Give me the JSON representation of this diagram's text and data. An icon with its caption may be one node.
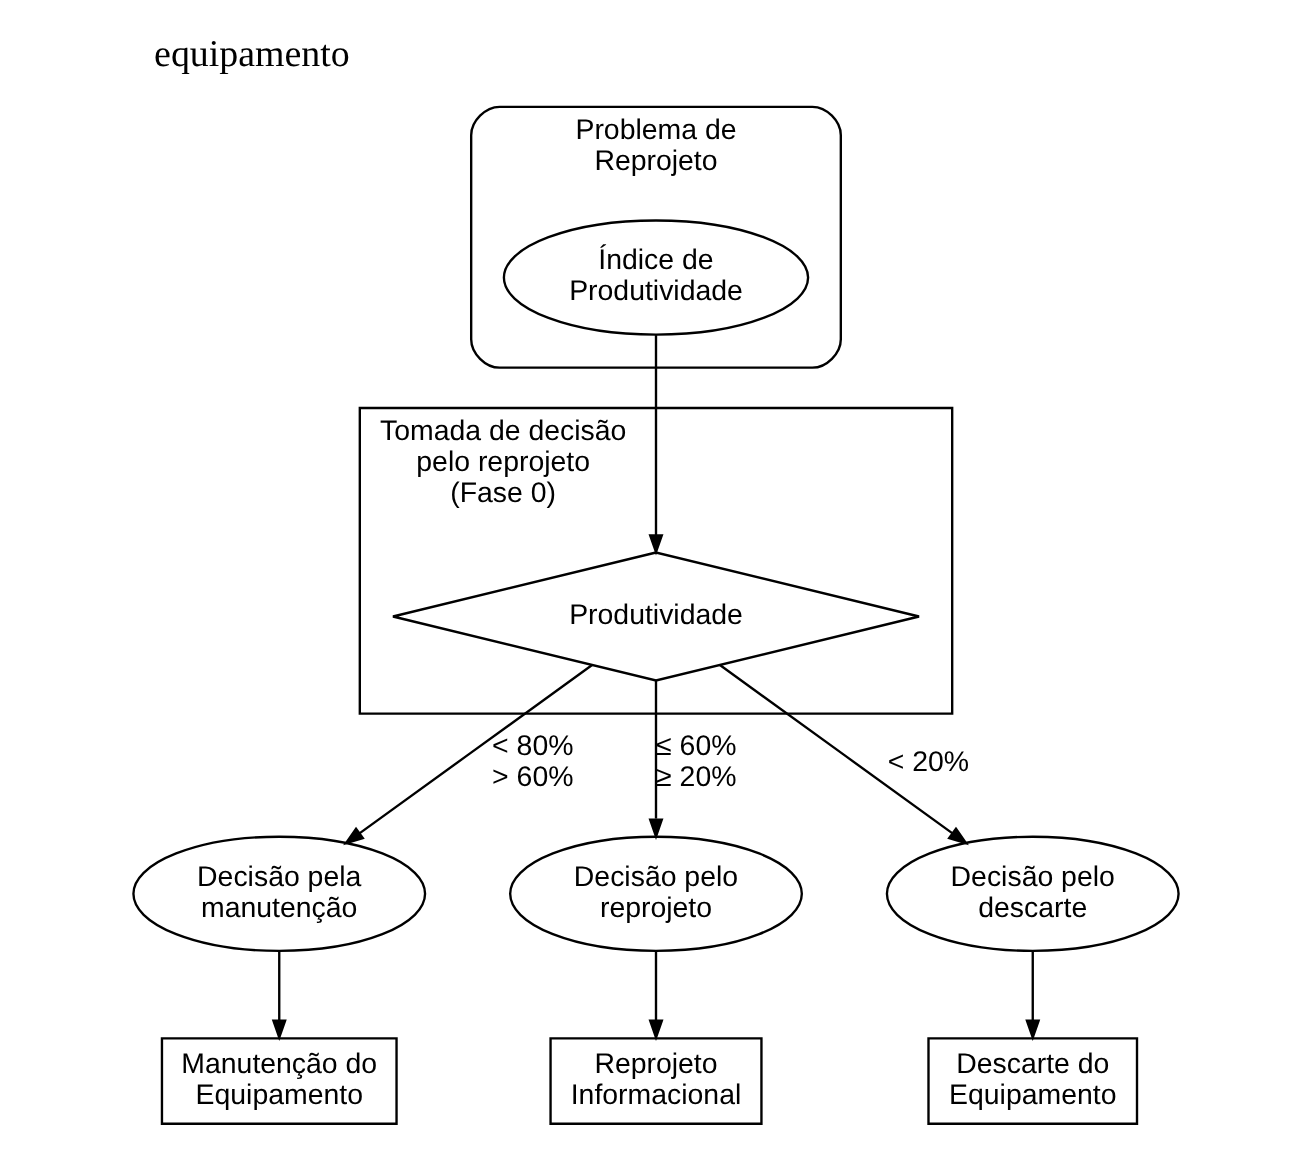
{
  "diagram": {
    "title": "equipamento",
    "nodes": [
      {
        "text": [
          "Tomada de decisão pelo reprojeto (Fase 0)"
        ]
      },
      {
        "text": [
          "Produtividade"
        ],
        "in": 0
      },
      {
        "text": [
          "Problema de Reprojeto"
        ]
      },
      {
        "text": [
          "Índice de Produtividade"
        ],
        "in": 2
      },
      {
        "text": [
          "Decisão pela manutenção"
        ]
      },
      {
        "text": [
          "Decisão pelo reprojeto"
        ]
      },
      {
        "text": [
          "Decisão pelo descarte"
        ]
      },
      {
        "text": [
          "Manutenção do Equipamento"
        ]
      },
      {
        "text": [
          "Reprojeto Informacional"
        ]
      },
      {
        "text": [
          "Descarte do Equipamento"
        ]
      }
    ],
    "edges": [
      {
        "from": 3,
        "to": 1,
        "arrow": "to"
      },
      {
        "from": 1,
        "to": 4,
        "arrow": "to",
        "label": "< 80% > 60%"
      },
      {
        "from": 1,
        "to": 5,
        "arrow": "to",
        "label": "≤ 60% ≥ 20%"
      },
      {
        "from": 1,
        "to": 6,
        "arrow": "to",
        "label": "< 20%"
      },
      {
        "from": 4,
        "to": 7,
        "arrow": "to"
      },
      {
        "from": 5,
        "to": 8,
        "arrow": "to"
      },
      {
        "from": 6,
        "to": 9,
        "arrow": "to"
      }
    ]
  }
}
